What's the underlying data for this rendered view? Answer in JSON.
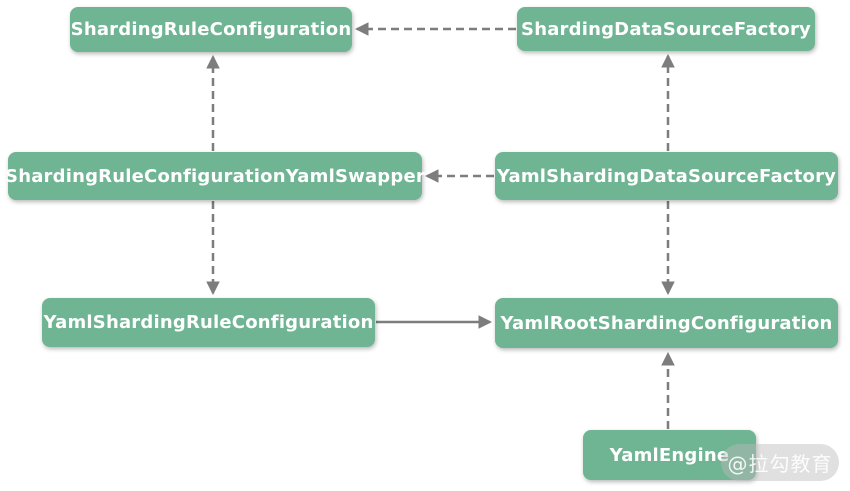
{
  "diagram": {
    "type": "class-dependency-diagram",
    "nodes": [
      {
        "id": "sharding-rule-configuration",
        "label": "ShardingRuleConfiguration"
      },
      {
        "id": "sharding-data-source-factory",
        "label": "ShardingDataSourceFactory"
      },
      {
        "id": "sharding-rule-configuration-yaml-swapper",
        "label": "ShardingRuleConfigurationYamlSwapper"
      },
      {
        "id": "yaml-sharding-data-source-factory",
        "label": "YamlShardingDataSourceFactory"
      },
      {
        "id": "yaml-sharding-rule-configuration",
        "label": "YamlShardingRuleConfiguration"
      },
      {
        "id": "yaml-root-sharding-configuration",
        "label": "YamlRootShardingConfiguration"
      },
      {
        "id": "yaml-engine",
        "label": "YamlEngine"
      }
    ],
    "edges": [
      {
        "from": "ShardingDataSourceFactory",
        "to": "ShardingRuleConfiguration",
        "style": "dashed"
      },
      {
        "from": "ShardingRuleConfigurationYamlSwapper",
        "to": "ShardingRuleConfiguration",
        "style": "dashed"
      },
      {
        "from": "YamlShardingDataSourceFactory",
        "to": "ShardingDataSourceFactory",
        "style": "dashed"
      },
      {
        "from": "YamlShardingDataSourceFactory",
        "to": "ShardingRuleConfigurationYamlSwapper",
        "style": "dashed"
      },
      {
        "from": "ShardingRuleConfigurationYamlSwapper",
        "to": "YamlShardingRuleConfiguration",
        "style": "dashed"
      },
      {
        "from": "YamlShardingDataSourceFactory",
        "to": "YamlRootShardingConfiguration",
        "style": "dashed"
      },
      {
        "from": "YamlShardingRuleConfiguration",
        "to": "YamlRootShardingConfiguration",
        "style": "solid"
      },
      {
        "from": "YamlEngine",
        "to": "YamlRootShardingConfiguration",
        "style": "dashed"
      }
    ],
    "colors": {
      "node_fill": "#6fb493",
      "node_text": "#ffffff",
      "arrow": "#7d7d7d"
    }
  },
  "watermark": {
    "label": "@拉勾教育"
  }
}
